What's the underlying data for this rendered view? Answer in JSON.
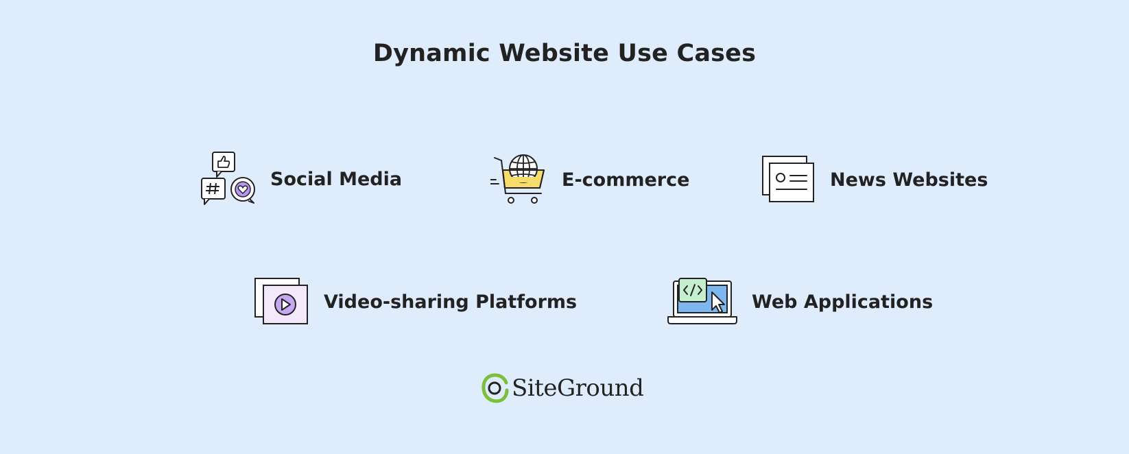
{
  "title": "Dynamic Website Use Cases",
  "colors": {
    "background": "#dfecfb",
    "text": "#222222",
    "accent_purple": "#b896f0",
    "accent_yellow": "#f6dc6a",
    "accent_blue": "#7eb6f0",
    "accent_green": "#c6efd0",
    "brand_green": "#7cbf3a"
  },
  "items": [
    {
      "label": "Social Media",
      "icon": "social-media-icon"
    },
    {
      "label": "E-commerce",
      "icon": "shopping-cart-globe-icon"
    },
    {
      "label": "News Websites",
      "icon": "news-cards-icon"
    },
    {
      "label": "Video-sharing Platforms",
      "icon": "video-play-icon"
    },
    {
      "label": "Web Applications",
      "icon": "laptop-code-icon"
    }
  ],
  "logo": {
    "text": "SiteGround",
    "icon": "siteground-logo-icon"
  }
}
